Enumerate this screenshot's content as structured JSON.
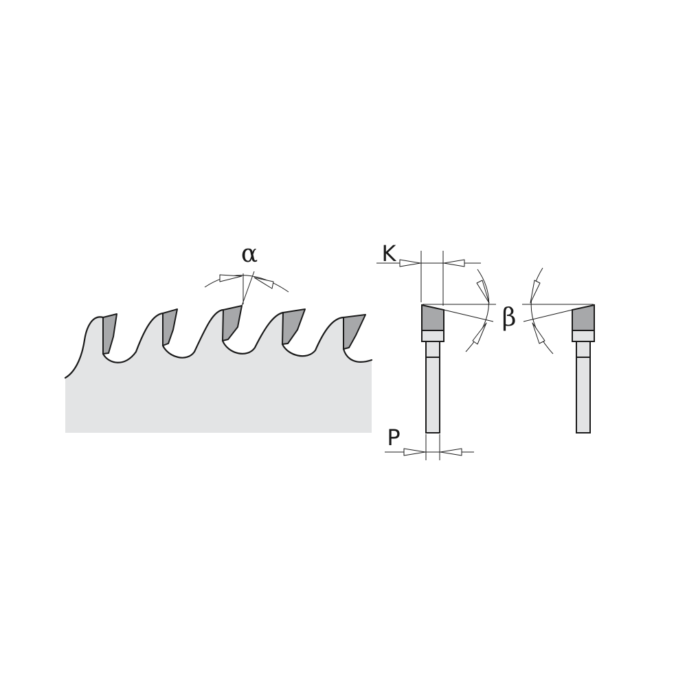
{
  "labels": {
    "rake_angle": "α",
    "kerf": "K",
    "plate": "P",
    "bevel_angle": "β"
  },
  "colors": {
    "blade_body": "#e3e4e5",
    "carbide_tip": "#a7a8aa",
    "line": "#1a1a1a",
    "background": "#ffffff"
  }
}
